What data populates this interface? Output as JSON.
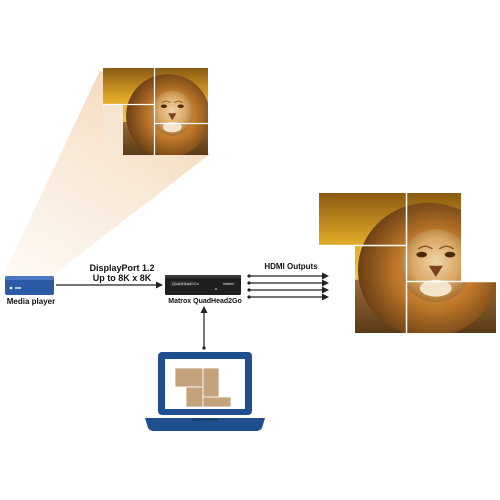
{
  "labels": {
    "media_player": "Media player",
    "displayport_line1": "DisplayPort 1.2",
    "displayport_line2": "Up to 8K x 8K",
    "hdmi_outputs": "HDMI Outputs",
    "device_name": "Matrox QuadHead2Go",
    "device_front_label": "QuadHead2Go",
    "device_brand": "matrox"
  },
  "colors": {
    "media_player": "#2d5aa5",
    "laptop": "#1f4f8f",
    "tile": "#c4a27c",
    "beam": "#f7e3cc",
    "device": "#1f1f1f",
    "arrow": "#222222"
  }
}
